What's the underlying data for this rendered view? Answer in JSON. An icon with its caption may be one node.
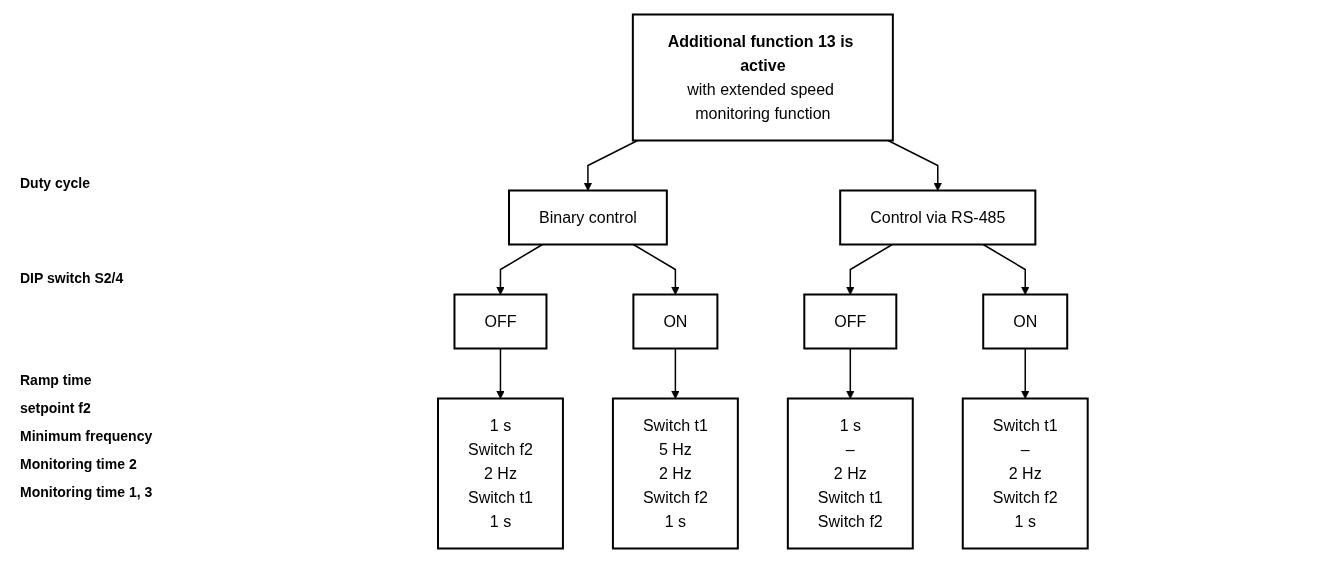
{
  "diagram": {
    "nodes": [
      {
        "text": [
          "Additional function 13 is active",
          "with extended speed monitoring function"
        ]
      },
      {
        "text": [
          "Binary control"
        ]
      },
      {
        "text": [
          "Control via RS-485"
        ]
      },
      {
        "text": [
          "OFF"
        ]
      },
      {
        "text": [
          "ON"
        ]
      },
      {
        "text": [
          "OFF"
        ]
      },
      {
        "text": [
          "ON"
        ]
      },
      {
        "text": [
          "1 s",
          "Switch f2",
          "2 Hz",
          "Switch t1",
          "1 s"
        ]
      },
      {
        "text": [
          "Switch t1",
          "5 Hz",
          "2 Hz",
          "Switch f2",
          "1 s"
        ]
      },
      {
        "text": [
          "1 s",
          "–",
          "2 Hz",
          "Switch t1",
          "Switch f2"
        ]
      },
      {
        "text": [
          "Switch t1",
          "–",
          "2 Hz",
          "Switch f2",
          "1 s"
        ]
      }
    ],
    "edges": [
      {
        "from": 0,
        "to": 1,
        "arrow": "to"
      },
      {
        "from": 0,
        "to": 2,
        "arrow": "to"
      },
      {
        "from": 1,
        "to": 3,
        "arrow": "to"
      },
      {
        "from": 1,
        "to": 4,
        "arrow": "to"
      },
      {
        "from": 2,
        "to": 5,
        "arrow": "to"
      },
      {
        "from": 2,
        "to": 6,
        "arrow": "to"
      },
      {
        "from": 3,
        "to": 7,
        "arrow": "to"
      },
      {
        "from": 4,
        "to": 8,
        "arrow": "to"
      },
      {
        "from": 5,
        "to": 9,
        "arrow": "to"
      },
      {
        "from": 6,
        "to": 10,
        "arrow": "to"
      }
    ],
    "labels": [
      "Duty cycle",
      "DIP switch S2/4",
      "Ramp time",
      "setpoint f2",
      "Minimum frequency",
      "Monitoring time 2",
      "Monitoring time 1, 3"
    ]
  }
}
